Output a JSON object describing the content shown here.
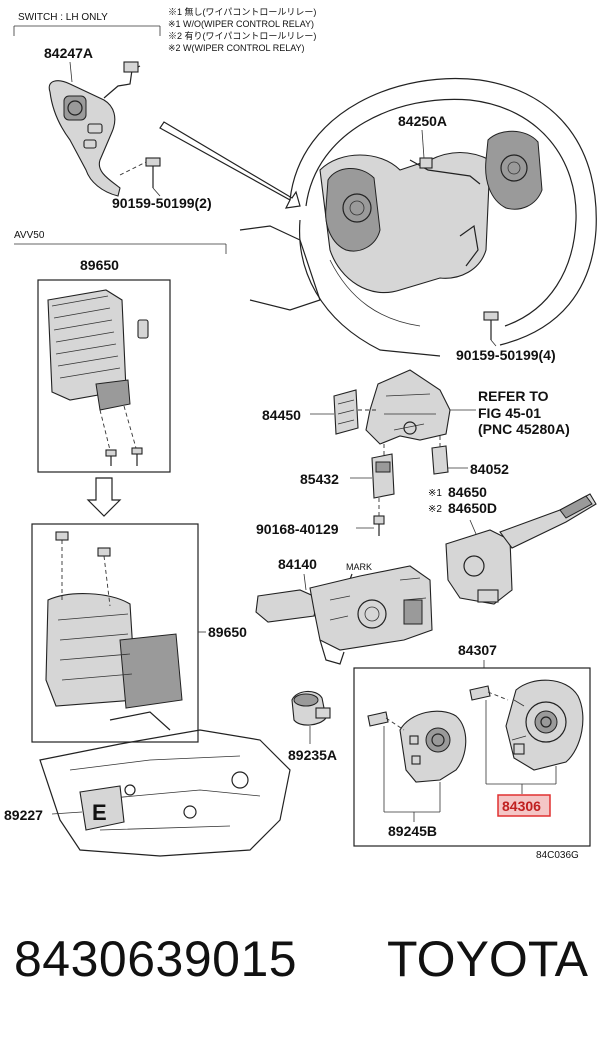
{
  "header": {
    "switch_note": "SWITCH :  LH ONLY",
    "notes": [
      "※1 無し(ワイパコントロールリレー)",
      "※1 W/O(WIPER CONTROL RELAY)",
      "※2 有り(ワイパコントロールリレー)",
      "※2 W(WIPER CONTROL RELAY)"
    ],
    "avv_note": "AVV50"
  },
  "parts": {
    "p84247A": "84247A",
    "p90159_2": "90159-50199(2)",
    "p84250A": "84250A",
    "p90159_4": "90159-50199(4)",
    "p89650_top": "89650",
    "p89650_side": "89650",
    "p84450": "84450",
    "p85432": "85432",
    "p84052": "84052",
    "p84650": "84650",
    "p84650D": "84650D",
    "p90168": "90168-40129",
    "p84140": "84140",
    "p84307": "84307",
    "p89235A": "89235A",
    "p89227": "89227",
    "p89245B": "89245B",
    "p84306": "84306"
  },
  "marks": {
    "refer_line1": "REFER TO",
    "refer_line2": "FIG 45-01",
    "refer_line3": "(PNC 45280A)",
    "mark1": "※1",
    "mark2": "※2",
    "mark_label": "MARK",
    "e_label": "E"
  },
  "figure_code": "84C036G",
  "footer": {
    "part_number": "8430639015",
    "brand": "TOYOTA"
  },
  "colors": {
    "highlight": "#e03030",
    "highlight_fill": "#f4c6c6"
  }
}
